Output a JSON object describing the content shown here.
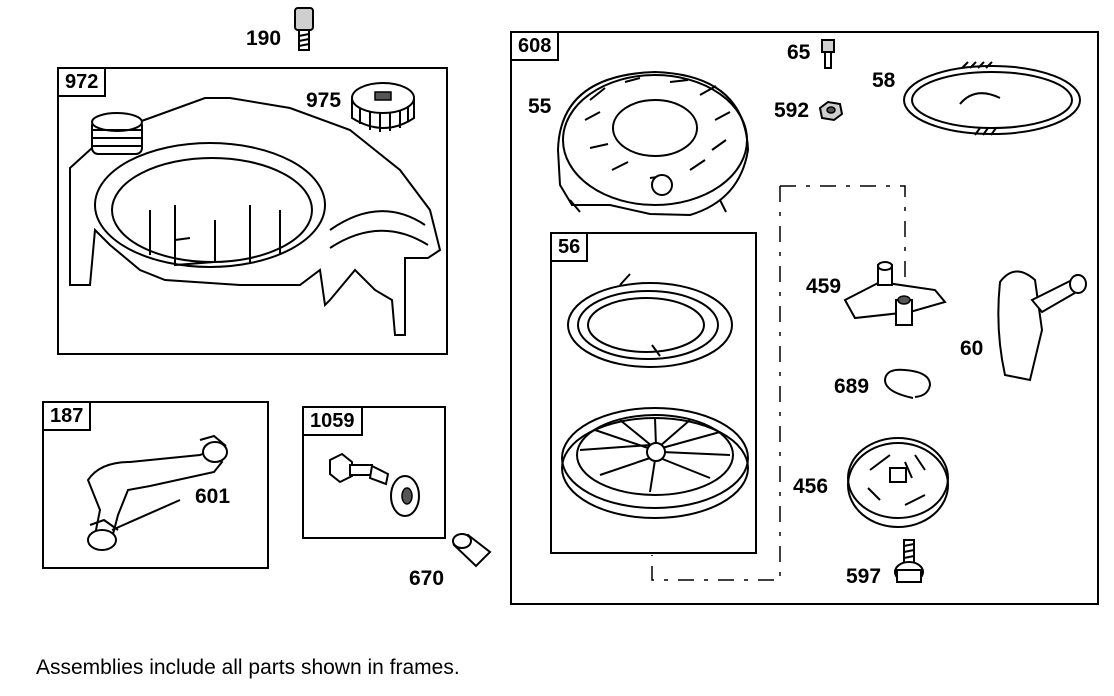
{
  "frames": {
    "f972": "972",
    "f187": "187",
    "f1059": "1059",
    "f608": "608",
    "f56": "56"
  },
  "parts": {
    "p190": "190",
    "p975": "975",
    "p601": "601",
    "p670": "670",
    "p55": "55",
    "p65": "65",
    "p592": "592",
    "p58": "58",
    "p459": "459",
    "p60": "60",
    "p689": "689",
    "p456": "456",
    "p597": "597"
  },
  "note": "Assemblies include all parts shown in frames."
}
